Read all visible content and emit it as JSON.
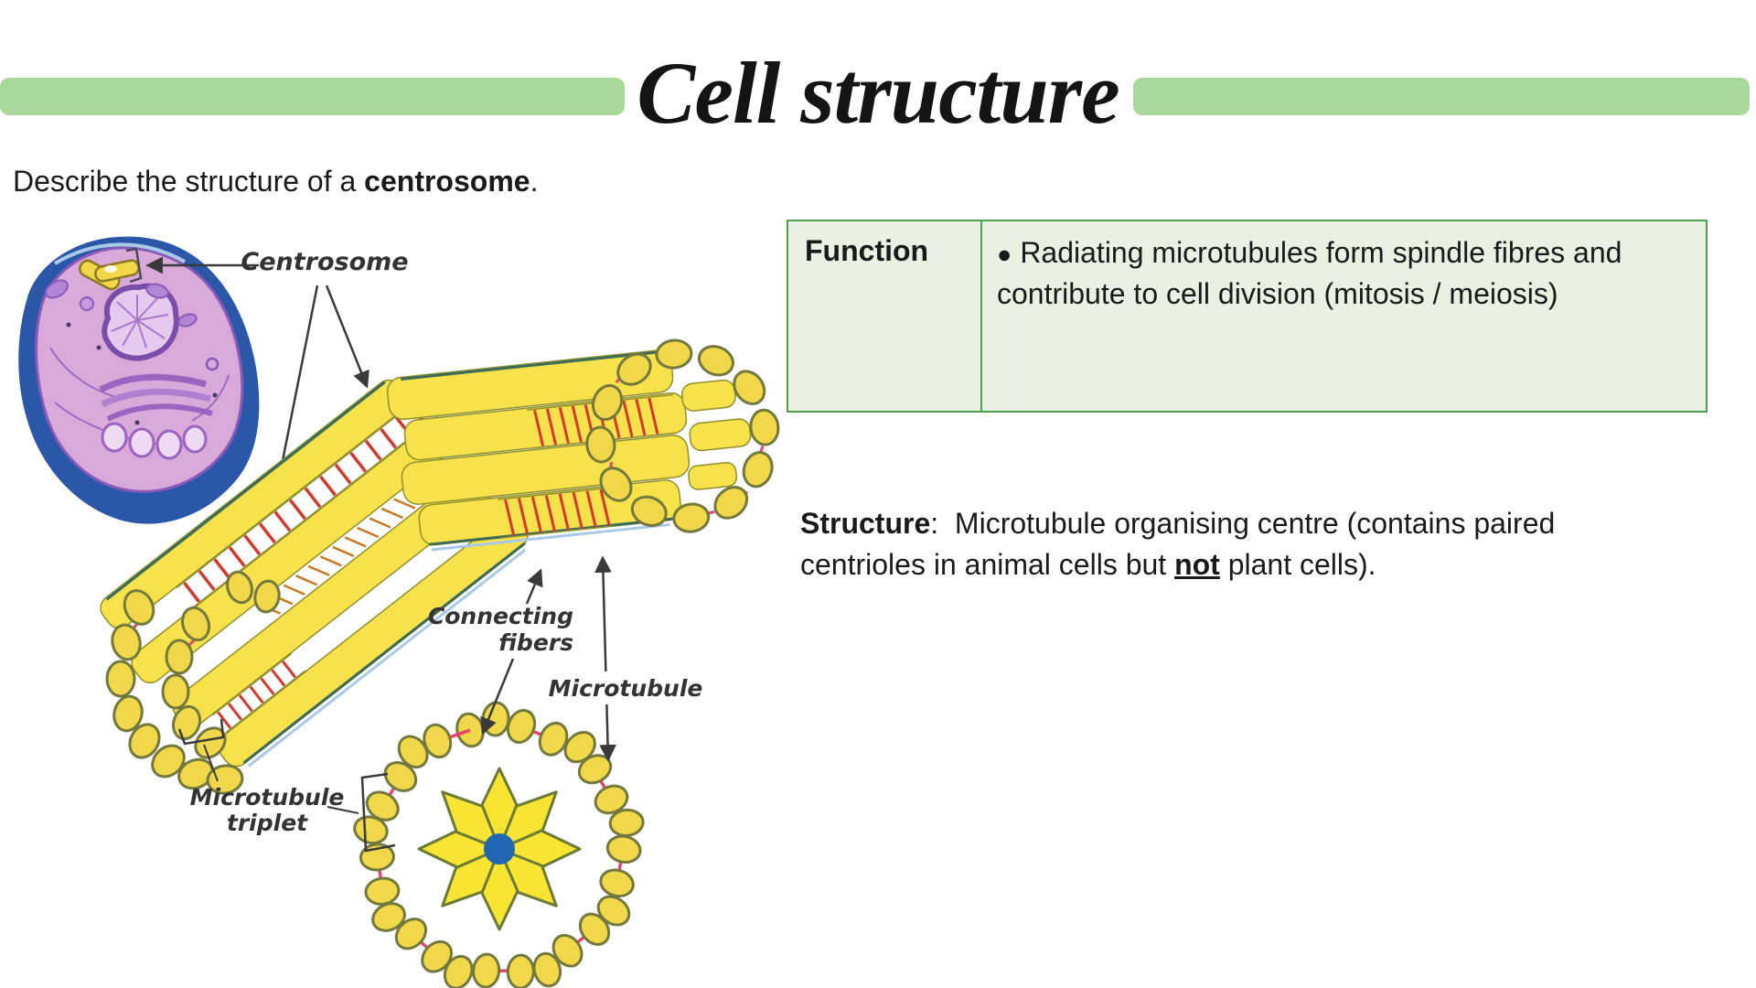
{
  "title": "Cell structure",
  "question": {
    "prefix": "Describe the structure of a ",
    "term": "centrosome",
    "suffix": "."
  },
  "function_table": {
    "header": "Function",
    "bullet": "●",
    "body": "Radiating microtubules form spindle fibres and contribute to cell division (mitosis / meiosis)"
  },
  "structure_note": {
    "label": "Structure",
    "separator": ":  ",
    "before_emphasis": "Microtubule organising centre (contains paired centrioles in animal cells but ",
    "emphasis": "not",
    "after_emphasis": " plant cells)."
  },
  "diagram": {
    "labels": {
      "centrosome": "Centrosome",
      "connecting_fibers_1": "Connecting",
      "connecting_fibers_2": "fibers",
      "microtubule": "Microtubule",
      "microtubule_triplet_1": "Microtubule",
      "microtubule_triplet_2": "triplet"
    }
  },
  "colors": {
    "background": "#ffffff",
    "accent_bar": "#a9d89b",
    "title_text": "#141414",
    "body_text": "#1a1a1a",
    "table_border": "#4f9e4f",
    "table_bg": "#e9f1e2",
    "label_ink": "#333333",
    "diagram_yellow": "#f7e24b",
    "diagram_yellow_deep": "#f0d84a",
    "outline_olive": "#8f8f2e",
    "outline_teal": "#3c6b58",
    "fiber_red": "#d23a2e",
    "link_pink": "#e8436e",
    "center_blue": "#2166b2",
    "cell_blue": "#2a57a8",
    "cell_pink": "#d9a9da",
    "cell_purple": "#8a5ab8"
  }
}
